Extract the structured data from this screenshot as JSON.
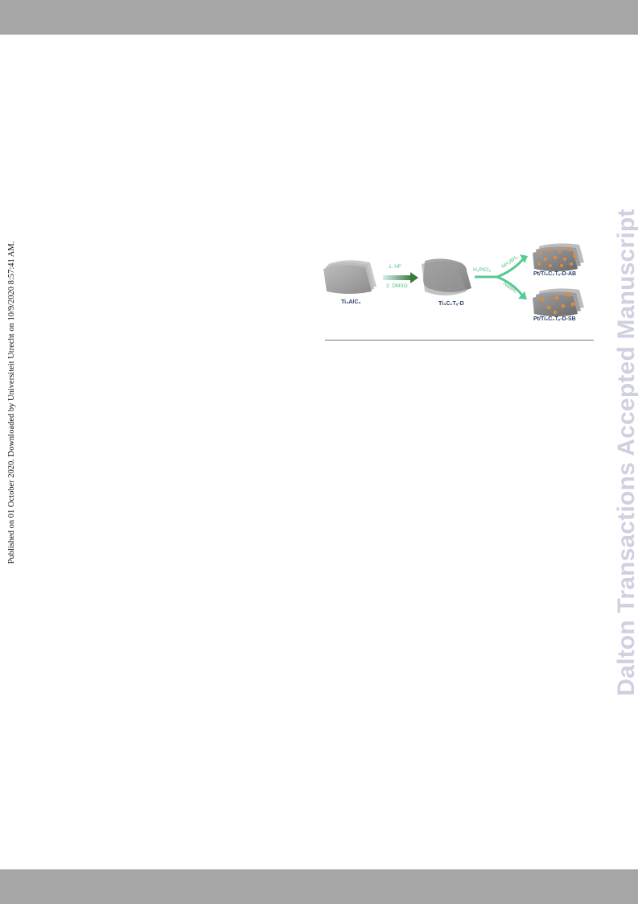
{
  "side_note": "Published on 01 October 2020. Downloaded by Universiteit Utrecht on 10/9/2020 8:57:41 AM.",
  "watermark": "Dalton Transactions Accepted Manuscript",
  "figure": {
    "step1": "1. HF",
    "step2": "2. DMSO",
    "reagent_precursor": "H₂PtCl₆",
    "reagent_top": "NH₃BH₃",
    "reagent_bottom": "NaBH₄",
    "label_start": "Ti₃AlC₂",
    "label_mid": "Ti₃C₂Tₓ-D",
    "label_top_product": "Pt/Ti₃C₂Tₓ-D-AB",
    "label_bottom_product": "Pt/Ti₃C₂Tₓ-D-SB",
    "colors": {
      "arrow_green": "#59c993",
      "particle": "#e08a3c",
      "sheet": "#8a8a8a"
    }
  }
}
